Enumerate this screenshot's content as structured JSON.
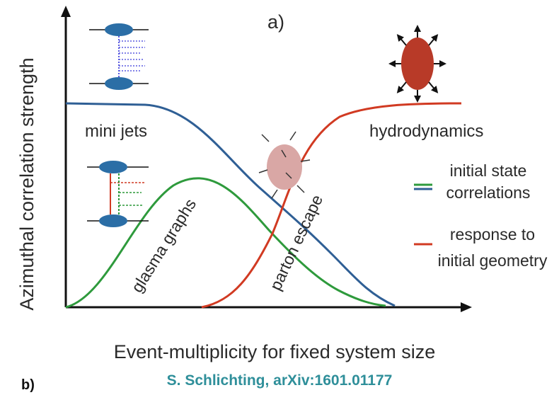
{
  "panel_label": "a)",
  "y_axis_label": "Azimuthal correlation strength",
  "x_axis_label": "Event-multiplicity for fixed system size",
  "regions": {
    "mini_jets": "mini jets",
    "hydrodynamics": "hydrodynamics",
    "glasma_graphs": "glasma graphs",
    "parton_escape": "parton escape"
  },
  "legend": [
    {
      "label_lines": [
        "initial state",
        "correlations"
      ],
      "colors": [
        "#2e9a3c",
        "#2f5f95"
      ]
    },
    {
      "label_lines": [
        "response to",
        "initial geometry"
      ],
      "colors": [
        "#d13a22"
      ]
    }
  ],
  "credit": "S. Schlichting, arXiv:1601.01177",
  "bottom_fragment": "b)",
  "colors": {
    "blue": "#2f5f95",
    "green": "#2e9a3c",
    "red": "#d13a22",
    "axis": "#111111",
    "blob_dark": "#b83a28",
    "blob_light": "#d9a7a5",
    "credit": "#2f8f9a",
    "proton": "#2b6ea6",
    "gluon": "#5a5ae0"
  }
}
